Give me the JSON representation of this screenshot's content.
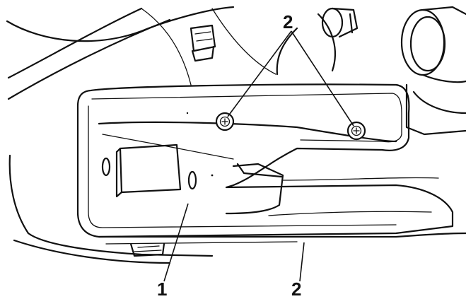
{
  "callouts": [
    {
      "id": "label-2-top",
      "text": "2"
    },
    {
      "id": "label-1-bottom",
      "text": "1"
    },
    {
      "id": "label-2-bottom",
      "text": "2"
    }
  ],
  "colors": {
    "line": "#111111",
    "background": "#ffffff"
  },
  "icons": [
    "screw-icon",
    "nut-icon",
    "air-box-cover-icon"
  ]
}
